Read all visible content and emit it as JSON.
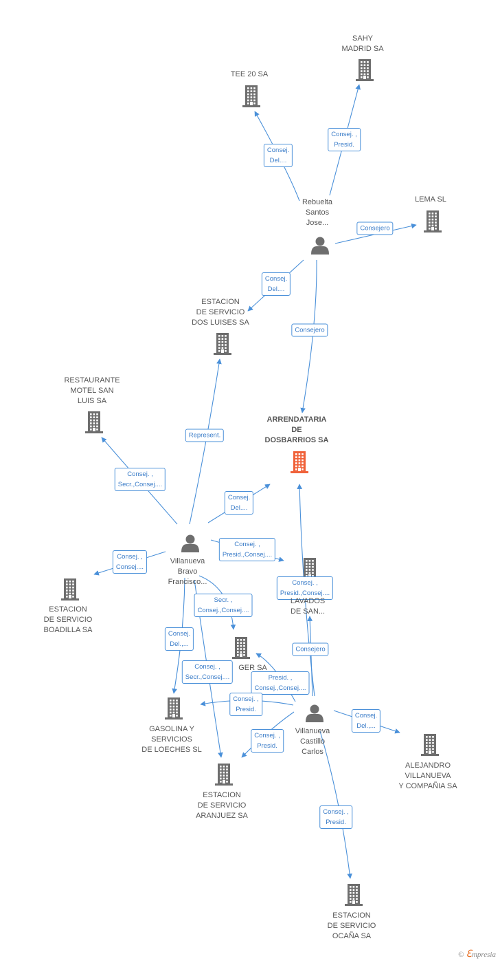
{
  "colors": {
    "edge": "#4a90d9",
    "building": "#6e6e6e",
    "focus": "#f0623a",
    "person": "#6e6e6e"
  },
  "nodes": [
    {
      "id": "tee20",
      "type": "company",
      "label": "TEE 20 SA",
      "icon": "building-icon"
    },
    {
      "id": "sahy",
      "type": "company",
      "label": "SAHY\nMADRID SA",
      "icon": "building-icon"
    },
    {
      "id": "lema",
      "type": "company",
      "label": "LEMA SL",
      "icon": "building-icon"
    },
    {
      "id": "rebuelta",
      "type": "person",
      "label": "Rebuelta\nSantos\nJose...",
      "icon": "person-icon"
    },
    {
      "id": "dosluises",
      "type": "company",
      "label": "ESTACION\nDE SERVICIO\nDOS LUISES SA",
      "icon": "building-icon"
    },
    {
      "id": "restaurante",
      "type": "company",
      "label": "RESTAURANTE\nMOTEL SAN\nLUIS SA",
      "icon": "building-icon"
    },
    {
      "id": "arrendataria",
      "type": "focus",
      "label": "ARRENDATARIA\nDE\nDOSBARRIOS SA",
      "icon": "building-icon"
    },
    {
      "id": "vbravo",
      "type": "person",
      "label": "Villanueva\nBravo\nFrancisco...",
      "icon": "person-icon"
    },
    {
      "id": "boadilla",
      "type": "company",
      "label": "ESTACION\nDE SERVICIO\nBOADILLA SA",
      "icon": "building-icon"
    },
    {
      "id": "lavados",
      "type": "company",
      "label": "LAVADOS\nDE SAN...",
      "icon": "building-icon"
    },
    {
      "id": "ger",
      "type": "company",
      "label": "GER SA",
      "icon": "building-icon"
    },
    {
      "id": "gasolina",
      "type": "company",
      "label": "GASOLINA Y\nSERVICIOS\nDE LOECHES SL",
      "icon": "building-icon"
    },
    {
      "id": "vcastillo",
      "type": "person",
      "label": "Villanueva\nCastillo\nCarlos",
      "icon": "person-icon"
    },
    {
      "id": "alejandro",
      "type": "company",
      "label": "ALEJANDRO\nVILLANUEVA\nY COMPAÑIA SA",
      "icon": "building-icon"
    },
    {
      "id": "aranjuez",
      "type": "company",
      "label": "ESTACION\nDE SERVICIO\nARANJUEZ SA",
      "icon": "building-icon"
    },
    {
      "id": "ocana",
      "type": "company",
      "label": "ESTACION\nDE SERVICIO\nOCAÑA SA",
      "icon": "building-icon"
    }
  ],
  "edges": [
    {
      "from": "rebuelta",
      "to": "tee20",
      "label": "Consej.\nDel...."
    },
    {
      "from": "rebuelta",
      "to": "sahy",
      "label": "Consej. ,\nPresid."
    },
    {
      "from": "rebuelta",
      "to": "lema",
      "label": "Consejero"
    },
    {
      "from": "rebuelta",
      "to": "dosluises",
      "label": "Consej.\nDel...."
    },
    {
      "from": "rebuelta",
      "to": "arrendataria",
      "label": "Consejero"
    },
    {
      "from": "vbravo",
      "to": "dosluises",
      "label": "Represent."
    },
    {
      "from": "vbravo",
      "to": "restaurante",
      "label": "Consej. ,\nSecr.,Consej...."
    },
    {
      "from": "vbravo",
      "to": "arrendataria",
      "label": "Consej.\nDel...."
    },
    {
      "from": "vbravo",
      "to": "lavados",
      "label": "Consej. ,\nPresid.,Consej...."
    },
    {
      "from": "vbravo",
      "to": "boadilla",
      "label": "Consej. ,\nConsej...."
    },
    {
      "from": "vbravo",
      "to": "ger",
      "label": "Secr. ,\nConsej.,Consej...."
    },
    {
      "from": "vbravo",
      "to": "gasolina",
      "label": "Consej.\nDel.,..."
    },
    {
      "from": "vbravo",
      "to": "aranjuez",
      "label": "Consej. ,\nSecr.,Consej...."
    },
    {
      "from": "vcastillo",
      "to": "arrendataria",
      "label": "Consej. ,\nPresid.,Consej...."
    },
    {
      "from": "vcastillo",
      "to": "lavados",
      "label": "Consejero"
    },
    {
      "from": "vcastillo",
      "to": "ger",
      "label": "Presid. ,\nConsej.,Consej...."
    },
    {
      "from": "vcastillo",
      "to": "gasolina",
      "label": "Consej. ,\nPresid."
    },
    {
      "from": "vcastillo",
      "to": "aranjuez",
      "label": "Consej. ,\nPresid."
    },
    {
      "from": "vcastillo",
      "to": "alejandro",
      "label": "Consej.\nDel.,..."
    },
    {
      "from": "vcastillo",
      "to": "ocana",
      "label": "Consej. ,\nPresid."
    }
  ],
  "footer": {
    "copyright": "©",
    "brand_initial": "ℇ",
    "brand_rest": "mpresia"
  }
}
